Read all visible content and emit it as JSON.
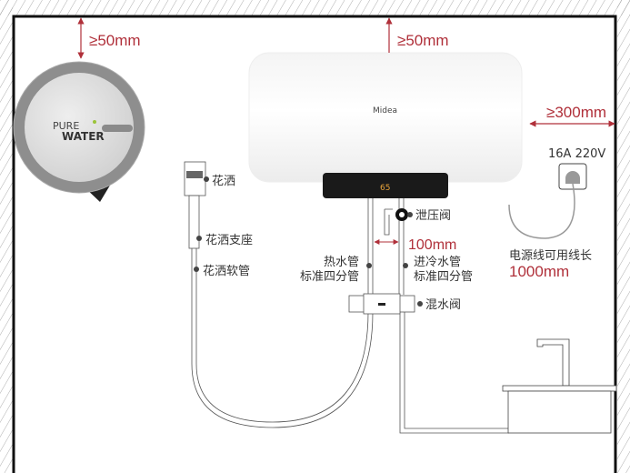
{
  "colors": {
    "dimension": "#b0303a",
    "wall": "#111111",
    "label": "#333333",
    "display": "#e8a33a"
  },
  "dimensions": {
    "purifier_top": "≥50mm",
    "heater_top": "≥50mm",
    "heater_side": "≥300mm",
    "pipe_spacing": "100mm",
    "cord_length": "1000mm"
  },
  "purifier": {
    "brand_line1": "PURE",
    "brand_line2": "WATER"
  },
  "heater": {
    "brand": "Midea",
    "display_value": "65"
  },
  "labels": {
    "shower_head": "花洒",
    "shower_bracket": "花洒支座",
    "shower_hose": "花洒软管",
    "relief_valve": "泄压阀",
    "hot_pipe_1": "热水管",
    "hot_pipe_2": "标准四分管",
    "cold_pipe_1": "进冷水管",
    "cold_pipe_2": "标准四分管",
    "mixing_valve": "混水阀",
    "socket_rating": "16A 220V",
    "cord_label": "电源线可用线长"
  },
  "icons": [
    "wall-hatch",
    "water-purifier",
    "water-heater",
    "shower-head",
    "power-socket",
    "faucet",
    "sink"
  ]
}
